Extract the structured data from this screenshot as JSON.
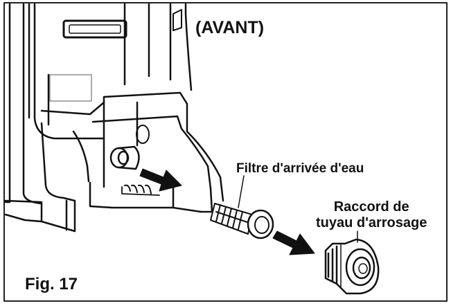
{
  "figure": {
    "label": "Fig. 17",
    "orientation_label": "(AVANT)",
    "callouts": {
      "water_inlet_filter": "Filtre d'arrivée d'eau",
      "garden_hose_fitting_line1": "Raccord de",
      "garden_hose_fitting_line2": "tuyau d'arrosage"
    }
  },
  "colors": {
    "ink": "#111111",
    "background": "#ffffff",
    "line_gray": "#555555"
  },
  "icons": [
    "arrow-right-icon",
    "arrow-right-icon"
  ]
}
